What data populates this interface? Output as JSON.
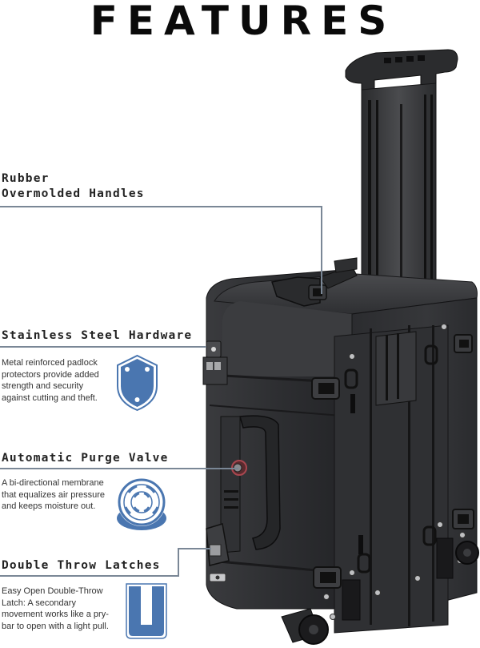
{
  "page": {
    "title": "FEATURES"
  },
  "features": [
    {
      "heading_line1": "Rubber",
      "heading_line2": "Overmolded Handles",
      "description": ""
    },
    {
      "heading": "Stainless Steel Hardware",
      "description": "Metal reinforced padlock protectors provide added strength and security against cutting and theft.",
      "icon": "shield-icon"
    },
    {
      "heading": "Automatic Purge Valve",
      "description": "A bi-directional membrane that equalizes air pressure and keeps moisture out.",
      "icon": "purge-valve-icon"
    },
    {
      "heading": "Double Throw Latches",
      "description": "Easy Open Double-Throw Latch: A secondary movement works like a pry-bar to open with a light pull.",
      "icon": "latch-icon"
    }
  ],
  "colors": {
    "accent_blue": "#4a76b0",
    "line_gray": "#7a8796",
    "case_black": "#2a2b2d"
  },
  "product_image": "rolling-hard-case-with-telescoping-handle"
}
